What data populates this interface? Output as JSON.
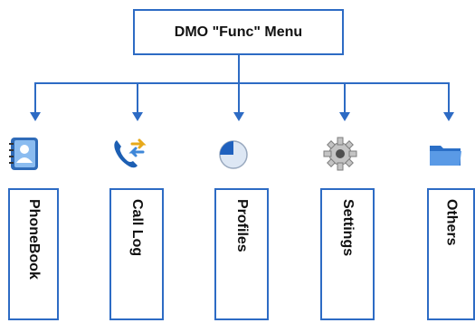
{
  "title": "DMO \"Func\" Menu",
  "colors": {
    "line": "#2d6bc4",
    "text": "#111111",
    "background": "#ffffff"
  },
  "items": [
    {
      "label": "PhoneBook",
      "icon": "phonebook-icon"
    },
    {
      "label": "Call Log",
      "icon": "call-log-icon"
    },
    {
      "label": "Profiles",
      "icon": "profiles-icon"
    },
    {
      "label": "Settings",
      "icon": "settings-gear-icon"
    },
    {
      "label": "Others",
      "icon": "folder-icon"
    }
  ]
}
